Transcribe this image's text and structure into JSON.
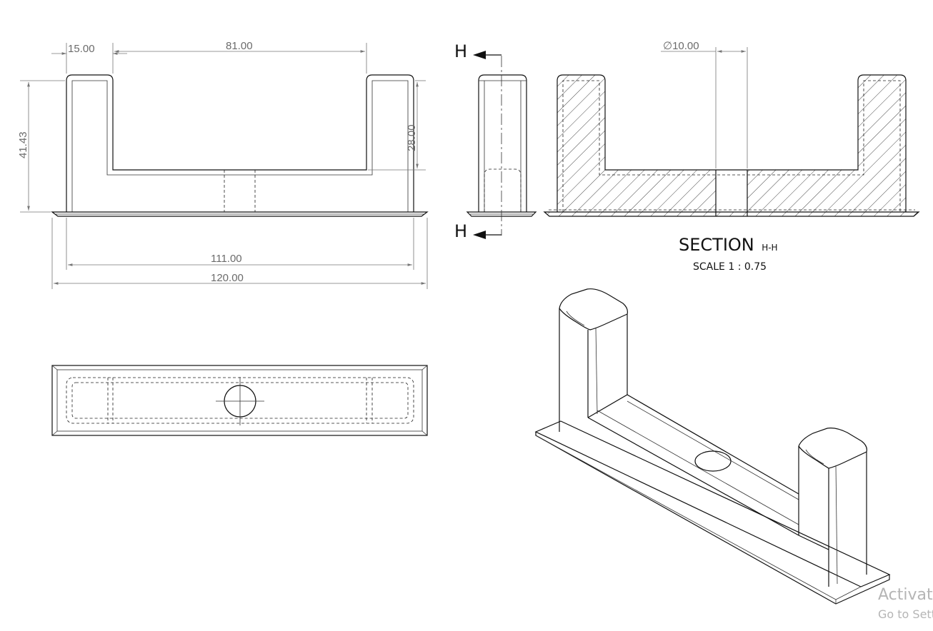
{
  "dimensions": {
    "d15": "15.00",
    "d81": "81.00",
    "d41": "41.43",
    "d28": "28.00",
    "d111": "111.00",
    "d120": "120.00",
    "dia10": "∅10.00"
  },
  "section": {
    "marker": "H",
    "title": "SECTION",
    "suffix": "H-H",
    "scale": "SCALE  1 : 0.75"
  },
  "watermark": {
    "line1": "Activate",
    "line2": "Go to Settings"
  }
}
